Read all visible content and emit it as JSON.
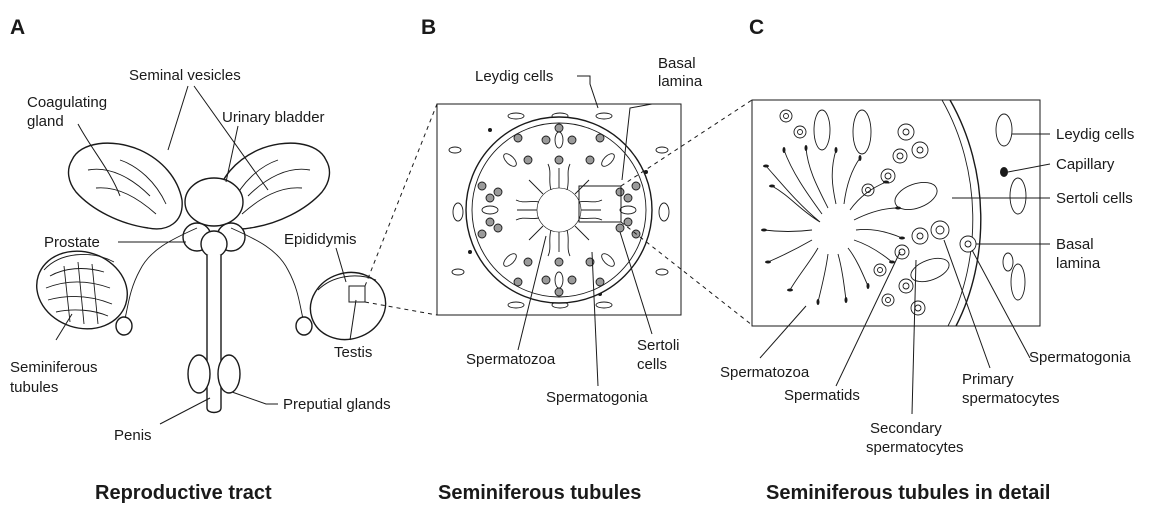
{
  "panels": {
    "a": {
      "letter": "A",
      "caption": "Reproductive tract",
      "labels": {
        "coagulating_gland_1": "Coagulating",
        "coagulating_gland_2": "gland",
        "seminal_vesicles": "Seminal vesicles",
        "urinary_bladder": "Urinary bladder",
        "prostate": "Prostate",
        "epididymis": "Epididymis",
        "seminiferous_tubules_1": "Seminiferous",
        "seminiferous_tubules_2": "tubules",
        "testis": "Testis",
        "preputial_glands": "Preputial glands",
        "penis": "Penis"
      }
    },
    "b": {
      "letter": "B",
      "caption": "Seminiferous tubules",
      "labels": {
        "leydig_cells": "Leydig cells",
        "basal_lamina_1": "Basal",
        "basal_lamina_2": "lamina",
        "spermatozoa": "Spermatozoa",
        "sertoli_cells_1": "Sertoli",
        "sertoli_cells_2": "cells",
        "spermatogonia": "Spermatogonia"
      }
    },
    "c": {
      "letter": "C",
      "caption": "Seminiferous tubules in detail",
      "labels": {
        "leydig_cells": "Leydig cells",
        "capillary": "Capillary",
        "sertoli_cells": "Sertoli cells",
        "basal_lamina_1": "Basal",
        "basal_lamina_2": "lamina",
        "spermatogonia": "Spermatogonia",
        "primary_spermatocytes_1": "Primary",
        "primary_spermatocytes_2": "spermatocytes",
        "spermatozoa": "Spermatozoa",
        "spermatids": "Spermatids",
        "secondary_spermatocytes_1": "Secondary",
        "secondary_spermatocytes_2": "spermatocytes"
      }
    }
  }
}
